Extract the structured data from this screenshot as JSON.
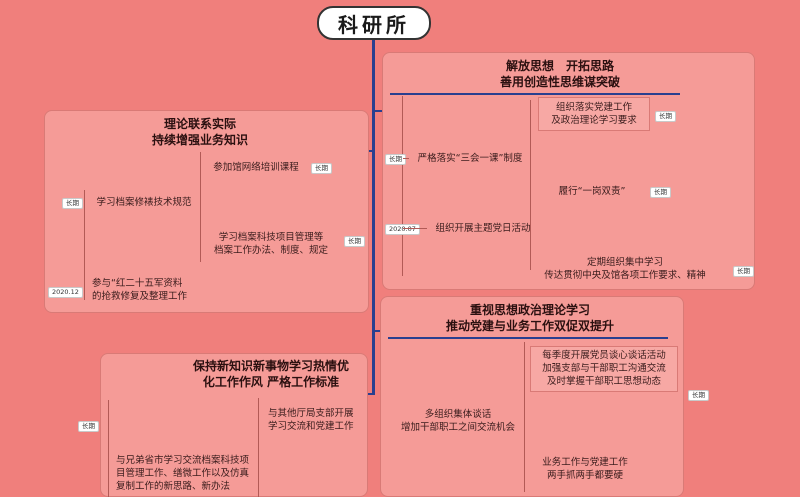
{
  "root": {
    "title": "科研所"
  },
  "top_right": {
    "title_line1": "解放思想　开拓思路",
    "title_line2": "善用创造性思维谋突破",
    "items": [
      {
        "text": "组织落实党建工作\n及政治理论学习要求",
        "tag": "长期"
      },
      {
        "text": "严格落实“三会一课”制度",
        "tag": "长期"
      },
      {
        "text": "履行“一岗双责”",
        "tag": "长期"
      },
      {
        "text": "组织开展主题党日活动",
        "tag": "2020.07"
      },
      {
        "text": "定期组织集中学习\n传达贯彻中央及馆各项工作要求、精神",
        "tag": "长期"
      }
    ]
  },
  "top_left": {
    "title_line1": "理论联系实际",
    "title_line2": "持续增强业务知识",
    "items": [
      {
        "text": "参加馆网络培训课程",
        "tag": "长期"
      },
      {
        "text": "学习档案修裱技术规范",
        "tag": "长期"
      },
      {
        "text": "学习档案科技项目管理等\n档案工作办法、制度、规定",
        "tag": "长期"
      },
      {
        "text": "参与“红二十五军资料\n的抢救修复及整理工作",
        "tag": "2020.12"
      }
    ]
  },
  "bottom_right": {
    "title_line1": "重视思想政治理论学习",
    "title_line2": "推动党建与业务工作双促双提升",
    "items": [
      {
        "text": "每季度开展党员谈心谈话活动\n加强支部与干部职工沟通交流\n及时掌握干部职工思想动态",
        "tag": "长期"
      },
      {
        "text": "多组织集体谈话\n增加干部职工之间交流机会",
        "tag": ""
      },
      {
        "text": "业务工作与党建工作\n两手抓两手都要硬",
        "tag": ""
      }
    ]
  },
  "bottom_left": {
    "title_line1": "保持新知识新事物学习热情优",
    "title_line2": "化工作作风  严格工作标准",
    "items": [
      {
        "text": "与其他厅局支部开展\n学习交流和党建工作",
        "tag": ""
      },
      {
        "text": "与兄弟省市学习交流档案科技项\n目管理工作、缮微工作以及仿真\n复制工作的新思路、新办法",
        "tag": "长期"
      }
    ]
  },
  "colors": {
    "background": "#f07f7c",
    "panel": "#f59b97",
    "trunk": "#2a3f8f"
  }
}
